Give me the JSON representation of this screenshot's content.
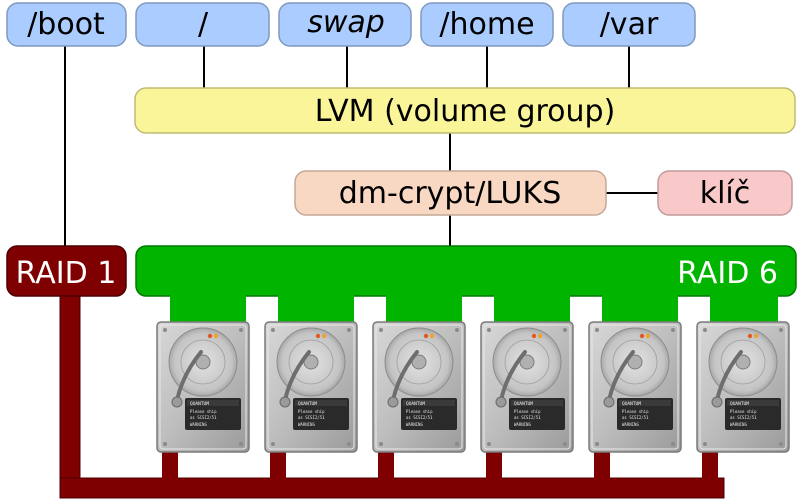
{
  "mounts": [
    "/boot",
    "/",
    "swap",
    "/home",
    "/var"
  ],
  "lvm_label": "LVM (volume group)",
  "crypt_label": "dm-crypt/LUKS",
  "key_label": "klíč",
  "raid1_label": "RAID 1",
  "raid6_label": "RAID 6",
  "disk": {
    "brand": "QUANTUM",
    "line1": "Please ship",
    "line2": "as SCSI2/51",
    "line3": "WARNING"
  },
  "colors": {
    "mount_fill": "#aaccff",
    "lvm_fill": "#faf598",
    "crypt_fill": "#f9d8c3",
    "key_fill": "#f9c8c8",
    "raid6_fill": "#00b400",
    "raid1_fill": "#7f0000"
  }
}
